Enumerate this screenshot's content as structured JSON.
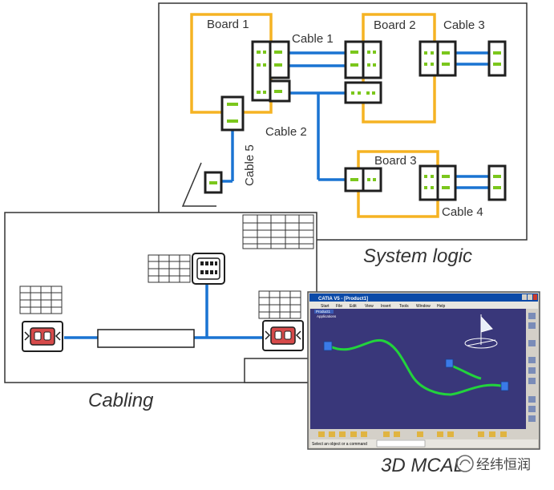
{
  "system_logic": {
    "caption": "System logic",
    "boards": {
      "board1": "Board 1",
      "board2": "Board 2",
      "board3": "Board 3"
    },
    "cables": {
      "cable1": "Cable 1",
      "cable2": "Cable 2",
      "cable3": "Cable 3",
      "cable4": "Cable 4",
      "cable5": "Cable 5"
    },
    "colors": {
      "board": "#f5b323",
      "cable": "#1a74d2",
      "connector": "#1f1f1f",
      "pin": "#7bc71c"
    }
  },
  "cabling": {
    "caption": "Cabling"
  },
  "mcad": {
    "caption": "3D MCAD",
    "window_title": "CATIA V5 - [Product1]",
    "menu": [
      "Start",
      "File",
      "Edit",
      "View",
      "Insert",
      "Tools",
      "Window",
      "Help"
    ],
    "tree": [
      "Product1",
      "Applications"
    ],
    "status_text": "Select an object or a command",
    "colors": {
      "background": "#39377a",
      "title_bar": "#0b4aa8",
      "wire": "#22d33c",
      "connector": "#3a7ae8"
    }
  },
  "watermark": {
    "text": "经纬恒润"
  }
}
